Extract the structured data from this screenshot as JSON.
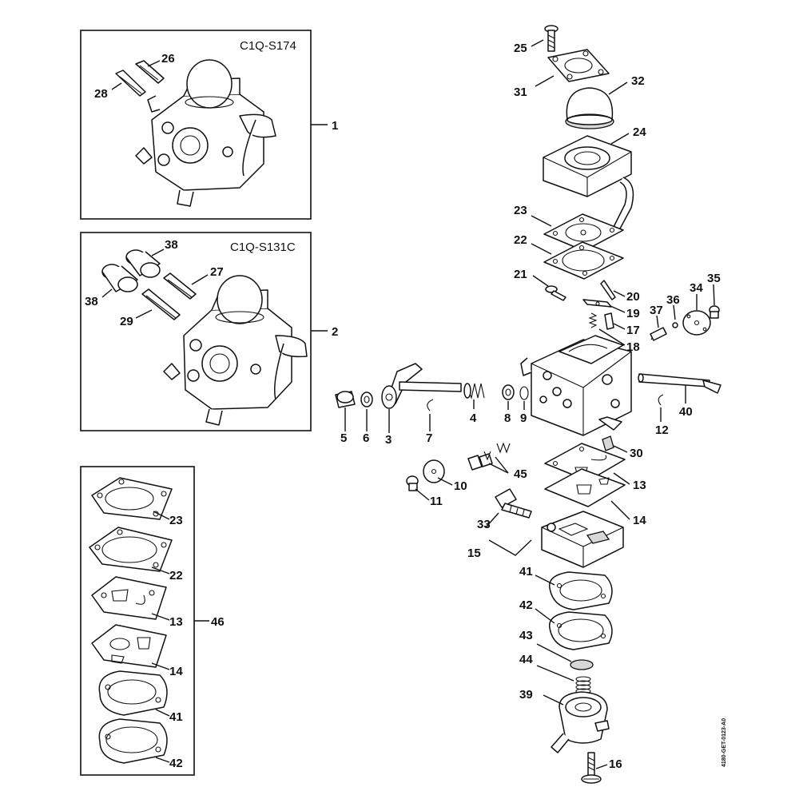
{
  "kits": [
    {
      "code": "C1Q-S174",
      "ref": "1",
      "items": [
        "26",
        "28"
      ]
    },
    {
      "code": "C1Q-S131C",
      "ref": "2",
      "items": [
        "38",
        "38",
        "27",
        "29"
      ]
    },
    {
      "ref": "46",
      "items": [
        "23",
        "22",
        "13",
        "14",
        "41",
        "42"
      ]
    }
  ],
  "labels": {
    "n25": "25",
    "n31": "31",
    "n32": "32",
    "n24": "24",
    "n23": "23",
    "n22": "22",
    "n21": "21",
    "n20": "20",
    "n19": "19",
    "n17": "17",
    "n18": "18",
    "n37": "37",
    "n36": "36",
    "n34": "34",
    "n35": "35",
    "n5": "5",
    "n6": "6",
    "n3": "3",
    "n7": "7",
    "n4": "4",
    "n8": "8",
    "n9": "9",
    "n40": "40",
    "n12": "12",
    "n30": "30",
    "n45": "45",
    "n10": "10",
    "n11": "11",
    "n13": "13",
    "n14": "14",
    "n33": "33",
    "n15": "15",
    "n41": "41",
    "n42": "42",
    "n43": "43",
    "n44": "44",
    "n39": "39",
    "n16": "16",
    "k1": "1",
    "k2": "2",
    "k46": "46",
    "k26": "26",
    "k28": "28",
    "k38a": "38",
    "k38b": "38",
    "k27": "27",
    "k29": "29",
    "g23": "23",
    "g22": "22",
    "g13": "13",
    "g14": "14",
    "g41": "41",
    "g42": "42"
  },
  "doc_id": "4180-GET-0123-A0"
}
